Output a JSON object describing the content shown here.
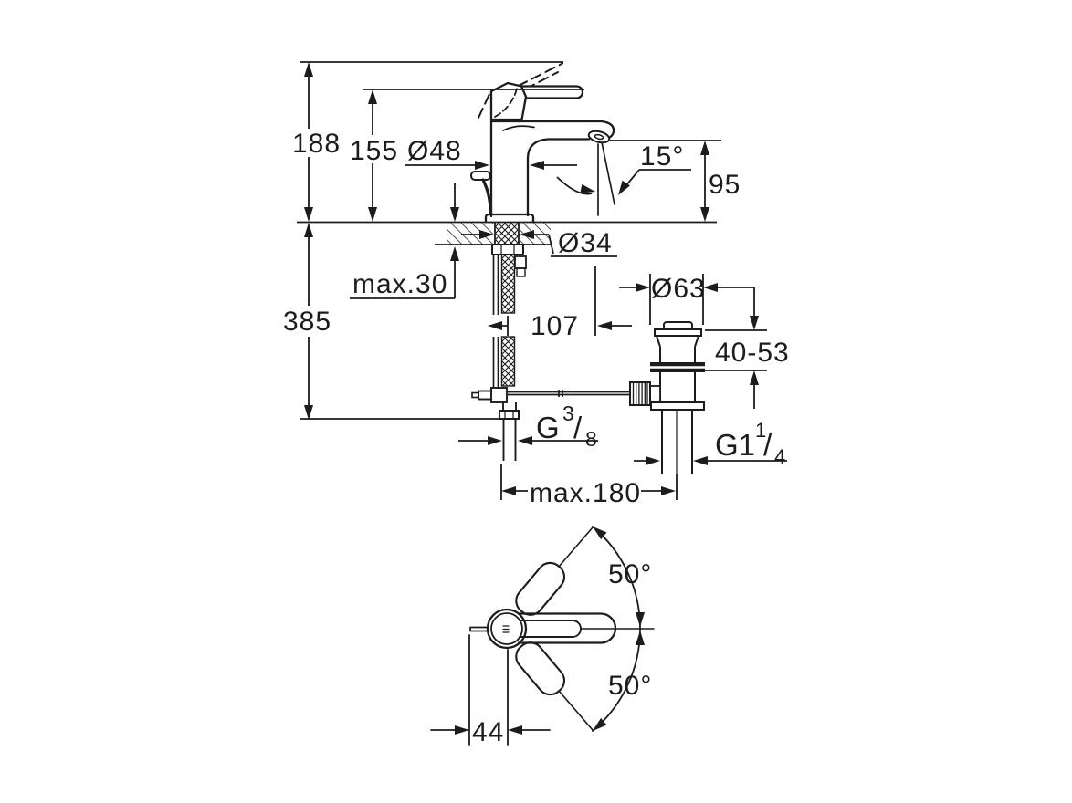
{
  "labels": {
    "d188": "188",
    "d155": "155",
    "d48": "Ø48",
    "d15": "15°",
    "d95": "95",
    "max30": "max.30",
    "d34": "Ø34",
    "d385": "385",
    "d107": "107",
    "d63": "Ø63",
    "d4053": "40-53",
    "g38": {
      "base": "G",
      "sup": "3",
      "slash": "/",
      "sub": "8"
    },
    "g114": {
      "base": "G1",
      "sup": "1",
      "slash": "/",
      "sub": "4"
    },
    "max180": "max.180",
    "d50_top": "50°",
    "d50_bottom": "50°",
    "d44": "44"
  },
  "colors": {
    "line": "#1c1c1c",
    "background": "#ffffff"
  }
}
